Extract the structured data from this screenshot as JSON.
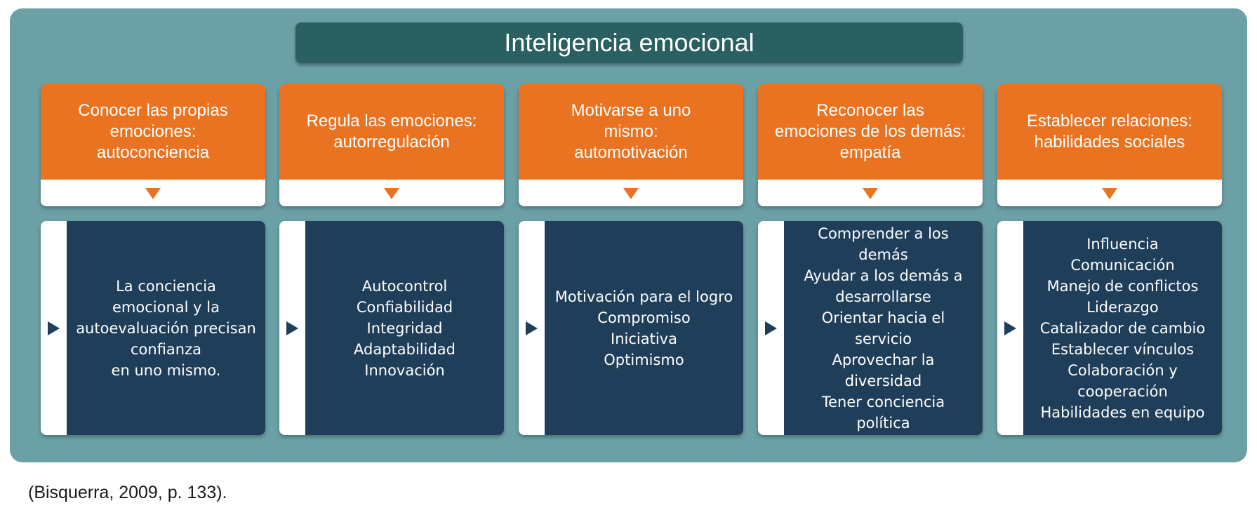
{
  "title": "Inteligencia emocional",
  "columns": [
    {
      "heading": [
        "Conocer las propias",
        "emociones:",
        "autoconciencia"
      ],
      "items": [
        "La conciencia",
        "emocional y la",
        "autoevaluación precisan",
        "confianza",
        "en uno mismo."
      ]
    },
    {
      "heading": [
        "Regula las emociones:",
        "autorregulación"
      ],
      "items": [
        "Autocontrol",
        "Confiabilidad",
        "Integridad",
        "Adaptabilidad",
        "Innovación"
      ]
    },
    {
      "heading": [
        "Motivarse a uno",
        "mismo:",
        "automotivación"
      ],
      "items": [
        "Motivación para el logro",
        "Compromiso",
        "Iniciativa",
        "Optimismo"
      ]
    },
    {
      "heading": [
        "Reconocer las",
        "emociones de los demás:",
        "empatía"
      ],
      "items": [
        "Comprender a los",
        "demás",
        "Ayudar a los demás a",
        "desarrollarse",
        "Orientar hacia el",
        "servicio",
        "Aprovechar la",
        "diversidad",
        "Tener conciencia",
        "política"
      ]
    },
    {
      "heading": [
        "Establecer relaciones:",
        "habilidades sociales"
      ],
      "items": [
        "Influencia",
        "Comunicación",
        "Manejo de conflictos",
        "Liderazgo",
        "Catalizador de cambio",
        "Establecer vínculos",
        "Colaboración y",
        "cooperación",
        "Habilidades en equipo"
      ]
    }
  ],
  "source": "(Bisquerra, 2009, p. 133).",
  "colors": {
    "panel": "#6ba1a6",
    "title_bg": "#2b6063",
    "heading_bg": "#ea7321",
    "body_bg": "#1f3e59"
  }
}
